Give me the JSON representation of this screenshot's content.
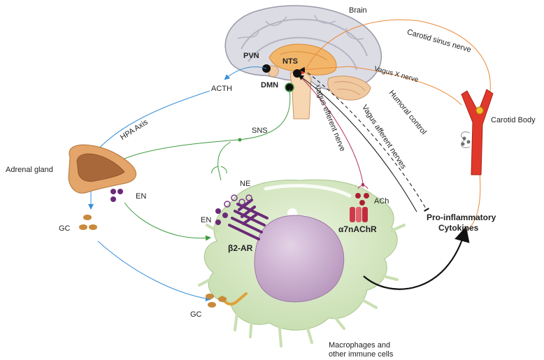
{
  "labels": {
    "brain": "Brain",
    "pvn": "PVN",
    "nts": "NTS",
    "dmn": "DMN",
    "acth": "ACTH",
    "hpa_axis": "HPA Axis",
    "sns": "SNS",
    "adrenal_gland": "Adrenal gland",
    "en_adrenal": "EN",
    "en_cell": "EN",
    "ne": "NE",
    "gc_top": "GC",
    "gc_bottom": "GC",
    "beta2_ar": "β2-AR",
    "ach": "ACh",
    "a7nachr": "α7nAChR",
    "vagus_efferent": "Vagus efferent nerve",
    "vagus_afferent": "Vagus afferent nerves",
    "humoral": "Humoral control",
    "vagus_x": "Vagus X nerve",
    "carotid_sinus": "Carotid sinus nerve",
    "carotid_body": "Carotid Body",
    "cytokines_line1": "Pro-inflammatory",
    "cytokines_line2": "Cytokines",
    "macrophage_line1": "Macrophages and",
    "macrophage_line2": "other immune cells"
  },
  "colors": {
    "hpa_blue": "#3a8fd8",
    "sns_green": "#3f9c3f",
    "vagus_efferent": "#b0315a",
    "afferent_orange": "#ea8a3a",
    "cell_green": "#d6e8c4",
    "nucleus_purple": "#cbb2cf",
    "receptor_purple": "#6a2a78",
    "ach_red": "#b01e35"
  }
}
